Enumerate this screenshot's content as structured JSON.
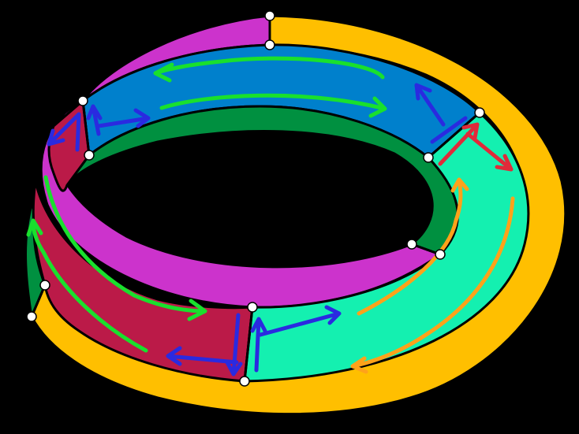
{
  "colors": {
    "background": "#000000",
    "outer_rim": "#ffbf00",
    "magenta_strip": "#cc33cc",
    "blue_strip": "#0080cc",
    "green_strip": "#009040",
    "crimson_strip": "#bb1a48",
    "aqua_strip": "#14f0b0",
    "arrow_green": "#19e02d",
    "arrow_blue": "#2a2ae0",
    "arrow_red": "#e02a3a",
    "arrow_orange": "#ffa21a",
    "vertex_marker": "#ffffff",
    "outline": "#000000"
  },
  "diagram": {
    "regions": [
      "outer-rim",
      "magenta-strip",
      "blue-strip",
      "green-strip",
      "crimson-strip",
      "aqua-strip"
    ],
    "vertex_count": 12,
    "arrow_groups": [
      "green",
      "blue",
      "red",
      "orange"
    ]
  }
}
